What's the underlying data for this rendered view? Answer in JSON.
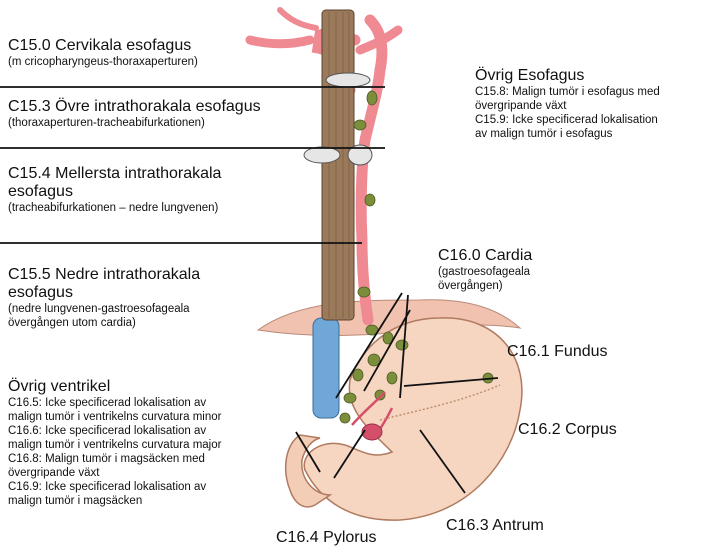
{
  "colors": {
    "esophagus": "#9a7a5a",
    "vessel": "#f08a92",
    "vein": "#6fa8d8",
    "stomach": "#f6d6c0",
    "stomach_dark": "#e7b69a",
    "node": "#7a8e3c",
    "diaphragm": "#f1c2b0",
    "line": "#111111"
  },
  "left": {
    "c150": {
      "title": "C15.0 Cervikala esofagus",
      "sub": "(m cricopharyngeus-thoraxaperturen)"
    },
    "c153": {
      "title": "C15.3 Övre intrathorakala esofagus",
      "sub": "(thoraxaperturen-tracheabifurkationen)"
    },
    "c154": {
      "title1": "C15.4 Mellersta intrathorakala",
      "title2": "esofagus",
      "sub": "(tracheabifurkationen – nedre lungvenen)"
    },
    "c155": {
      "title1": "C15.5 Nedre intrathorakala",
      "title2": "esofagus",
      "sub1": "(nedre lungvenen-gastroesofageala",
      "sub2": "övergången utom cardia)"
    },
    "ventrikel": {
      "title": "Övrig ventrikel",
      "lines": [
        "C16.5:  Icke specificerad lokalisation av",
        "malign tumör i ventrikelns curvatura minor",
        "C16.6:  Icke specificerad lokalisation av",
        "malign tumör i ventrikelns curvatura major",
        "C16.8:  Malign tumör i magsäcken med",
        "övergripande växt",
        "C16.9:  Icke specificerad lokalisation av",
        "malign tumör i magsäcken"
      ]
    }
  },
  "right": {
    "esofagus": {
      "title": "Övrig Esofagus",
      "lines": [
        "C15.8:  Malign tumör i esofagus med",
        "övergripande växt",
        "C15.9:  Icke specificerad lokalisation",
        "av malign tumör i esofagus"
      ]
    },
    "cardia": {
      "title": "C16.0 Cardia",
      "sub1": "(gastroesofageala",
      "sub2": "övergången)"
    },
    "fundus": "C16.1 Fundus",
    "corpus": "C16.2 Corpus",
    "antrum": "C16.3 Antrum",
    "pylorus": "C16.4 Pylorus"
  }
}
